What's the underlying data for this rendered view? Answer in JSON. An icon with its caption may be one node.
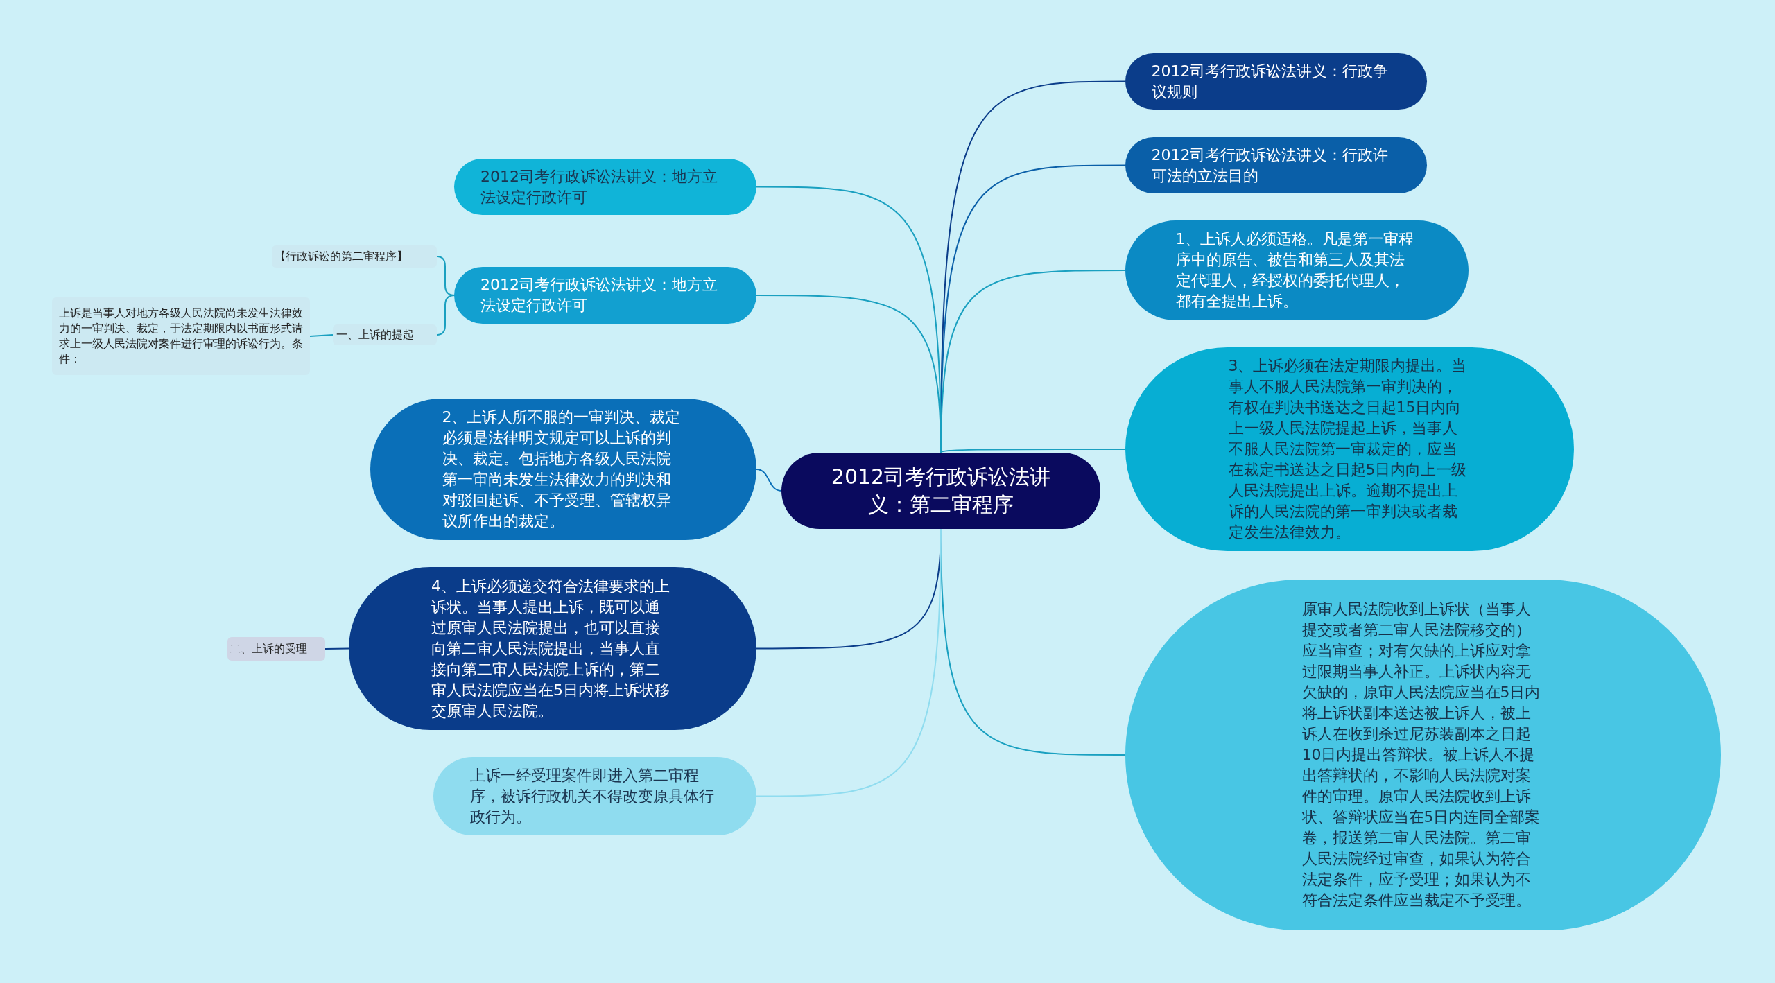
{
  "diagram": {
    "nodes": [
      {
        "text": [
          "2012司考行政诉讼法讲义：第二审程序"
        ]
      },
      {
        "text": [
          "2012司考行政诉讼法讲义：行政争议规则"
        ]
      },
      {
        "text": [
          "2012司考行政诉讼法讲义：行政许可法的立法目的"
        ]
      },
      {
        "text": [
          "1、上诉人必须适格。凡是第一审程序中的原告、被告和第三人及其法定代理人，经授权的委托代理人，都有全提出上诉。"
        ]
      },
      {
        "text": [
          "3、上诉必须在法定期限内提出。当事人不服人民法院第一审判决的，有权在判决书送达之日起15日内向上一级人民法院提起上诉，当事人不服人民法院第一审裁定的，应当在裁定书送达之日起5日内向上一级人民法院提出上诉。逾期不提出上诉的人民法院的第一审判决或者裁定发生法律效力。"
        ]
      },
      {
        "text": [
          "原审人民法院收到上诉状（当事人提交或者第二审人民法院移交的）应当审查；对有欠缺的上诉应对拿过限期当事人补正。上诉状内容无欠缺的，原审人民法院应当在5日内将上诉状副本送达被上诉人，被上诉人在收到杀过尼苏装副本之日起10日内提出答辩状。被上诉人不提出答辩状的，不影响人民法院对案件的审理。原审人民法院收到上诉状、答辩状应当在5日内连同全部案卷，报送第二审人民法院。第二审人民法院经过审查，如果认为符合法定条件，应予受理；如果认为不符合法定条件应当裁定不予受理。"
        ]
      },
      {
        "text": [
          "2012司考行政诉讼法讲义：地方立法设定行政许可"
        ]
      },
      {
        "text": [
          "2012司考行政诉讼法讲义：地方立法设定行政许可"
        ]
      },
      {
        "text": [
          "【行政诉讼的第二审程序】"
        ]
      },
      {
        "text": [
          "一、上诉的提起"
        ]
      },
      {
        "text": [
          "上诉是当事人对地方各级人民法院尚未发生法律效力的一审判决、裁定，于法定期限内以书面形式请求上一级人民法院对案件进行审理的诉讼行为。条件："
        ]
      },
      {
        "text": [
          "2、上诉人所不服的一审判决、裁定必须是法律明文规定可以上诉的判决、裁定。包括地方各级人民法院第一审尚未发生法律效力的判决和对驳回起诉、不予受理、管辖权异议所作出的裁定。"
        ]
      },
      {
        "text": [
          "4、上诉必须递交符合法律要求的上诉状。当事人提出上诉，既可以通过原审人民法院提出，也可以直接向第二审人民法院提出，当事人直接向第二审人民法院上诉的，第二审人民法院应当在5日内将上诉状移交原审人民法院。"
        ]
      },
      {
        "text": [
          "二、上诉的受理"
        ]
      },
      {
        "text": [
          "上诉一经受理案件即进入第二审程序，被诉行政机关不得改变原具体行政行为。"
        ]
      }
    ],
    "edges": [
      {
        "from": 0,
        "to": 1,
        "arrow": "none",
        "color": "#0b3d8a"
      },
      {
        "from": 0,
        "to": 2,
        "arrow": "none",
        "color": "#0a5fa8"
      },
      {
        "from": 0,
        "to": 3,
        "arrow": "none"
      },
      {
        "from": 0,
        "to": 4,
        "arrow": "none"
      },
      {
        "from": 0,
        "to": 5,
        "arrow": "none"
      },
      {
        "from": 0,
        "to": 6,
        "arrow": "none"
      },
      {
        "from": 0,
        "to": 7,
        "arrow": "none"
      },
      {
        "from": 7,
        "to": 8,
        "arrow": "none"
      },
      {
        "from": 7,
        "to": 9,
        "arrow": "none"
      },
      {
        "from": 9,
        "to": 10,
        "arrow": "none"
      },
      {
        "from": 0,
        "to": 11,
        "arrow": "none",
        "color": "#0a6fb8"
      },
      {
        "from": 0,
        "to": 12,
        "arrow": "none",
        "color": "#0b3d8a"
      },
      {
        "from": 12,
        "to": 13,
        "arrow": "none",
        "color": "#0b3d8a"
      },
      {
        "from": 0,
        "to": 14,
        "arrow": "none",
        "color": "#8fdcef"
      }
    ]
  }
}
